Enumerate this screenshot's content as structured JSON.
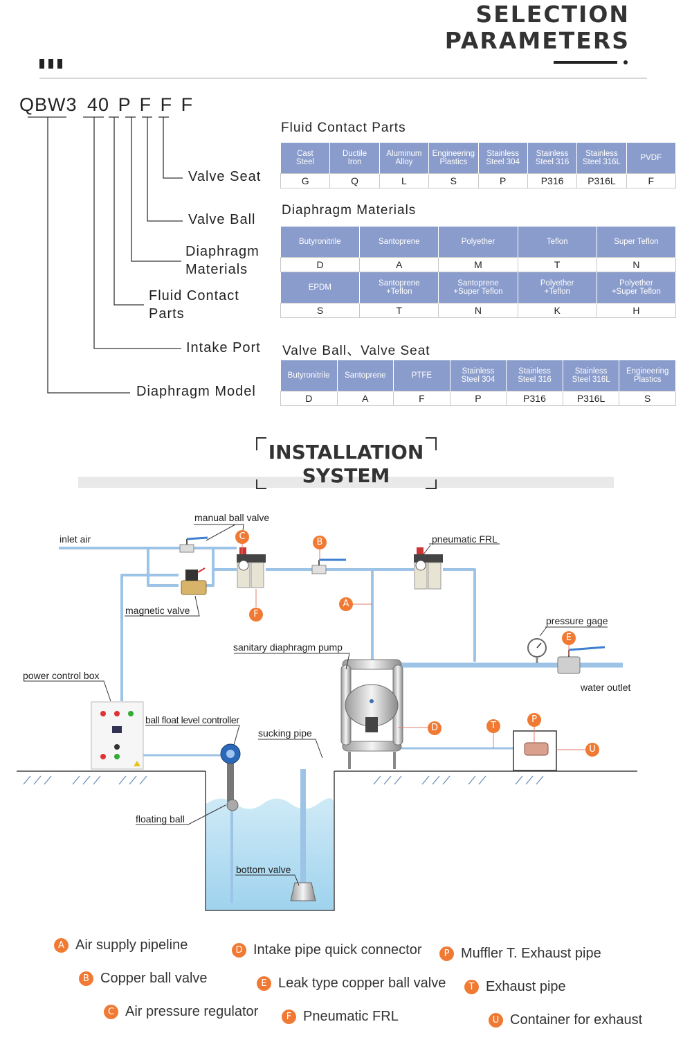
{
  "header": {
    "title_line1": "SELECTION",
    "title_line2": "PARAMETERS"
  },
  "model_code": {
    "prefix": "QBW3",
    "port": "40",
    "p1": "P",
    "p2": "F",
    "p3": "F",
    "p4": "F"
  },
  "code_labels": {
    "valve_seat": "Valve Seat",
    "valve_ball": "Valve Ball",
    "diaphragm_materials_1": "Diaphragm",
    "diaphragm_materials_2": "Materials",
    "fluid_contact_1": "Fluid Contact",
    "fluid_contact_2": "Parts",
    "intake_port": "Intake Port",
    "diaphragm_model": "Diaphragm Model"
  },
  "fluid_contact": {
    "title": "Fluid Contact Parts",
    "headers": [
      [
        "Cast",
        "Steel"
      ],
      [
        "Ductile",
        "Iron"
      ],
      [
        "Aluminum",
        "Alloy"
      ],
      [
        "Engineering",
        "Plastics"
      ],
      [
        "Stainless",
        "Steel 304"
      ],
      [
        "Stainless",
        "Steel 316"
      ],
      [
        "Stainless",
        "Steel 316L"
      ],
      [
        "PVDF",
        ""
      ]
    ],
    "codes": [
      "G",
      "Q",
      "L",
      "S",
      "P",
      "P316",
      "P316L",
      "F"
    ]
  },
  "diaphragm": {
    "title": "Diaphragm Materials",
    "row1_headers": [
      [
        "Butyronitrile",
        ""
      ],
      [
        "Santoprene",
        ""
      ],
      [
        "Polyether",
        ""
      ],
      [
        "Teflon",
        ""
      ],
      [
        "Super Teflon",
        ""
      ]
    ],
    "row1_codes": [
      "D",
      "A",
      "M",
      "T",
      "N"
    ],
    "row2_headers": [
      [
        "EPDM",
        ""
      ],
      [
        "Santoprene",
        "+Teflon"
      ],
      [
        "Santoprene",
        "+Super Teflon"
      ],
      [
        "Polyether",
        "+Teflon"
      ],
      [
        "Polyether",
        "+Super Teflon"
      ]
    ],
    "row2_codes": [
      "S",
      "T",
      "N",
      "K",
      "H"
    ]
  },
  "ball_seat": {
    "title": "Valve Ball、Valve Seat",
    "headers": [
      [
        "Butyronitrile",
        ""
      ],
      [
        "Santoprene",
        ""
      ],
      [
        "PTFE",
        ""
      ],
      [
        "Stainless",
        "Steel 304"
      ],
      [
        "Stainless",
        "Steel 316"
      ],
      [
        "Stainless",
        "Steel 316L"
      ],
      [
        "Engineering",
        "Plastics"
      ]
    ],
    "codes": [
      "D",
      "A",
      "F",
      "P",
      "P316",
      "P316L",
      "S"
    ]
  },
  "installation": {
    "title_line1": "INSTALLATION",
    "title_line2": "SYSTEM"
  },
  "diagram_labels": {
    "manual_ball_valve": "manual ball valve",
    "inlet_air": "inlet air",
    "pneumatic_frl": "pneumatic FRL",
    "magnetic_valve": "magnetic valve",
    "pressure_gage": "pressure gage",
    "sanitary_pump": "sanitary diaphragm pump",
    "power_box": "power control box",
    "water_outlet": "water outlet",
    "ball_float": "ball float level controller",
    "sucking_pipe": "sucking pipe",
    "floating_ball": "floating ball",
    "bottom_valve": "bottom valve"
  },
  "legend": [
    {
      "key": "A",
      "text": "Air supply pipeline"
    },
    {
      "key": "B",
      "text": "Copper ball valve"
    },
    {
      "key": "C",
      "text": "Air pressure regulator"
    },
    {
      "key": "D",
      "text": "Intake pipe quick connector"
    },
    {
      "key": "E",
      "text": "Leak type copper ball valve"
    },
    {
      "key": "F",
      "text": "Pneumatic FRL"
    },
    {
      "key": "P",
      "text": "Muffler T. Exhaust pipe"
    },
    {
      "key": "T",
      "text": "Exhaust pipe"
    },
    {
      "key": "U",
      "text": "Container for exhaust"
    }
  ],
  "colors": {
    "table_header": "#8a9ccb",
    "pipe": "#9dc3e6",
    "badge": "#f07a34",
    "water": "#cfeaf6"
  }
}
